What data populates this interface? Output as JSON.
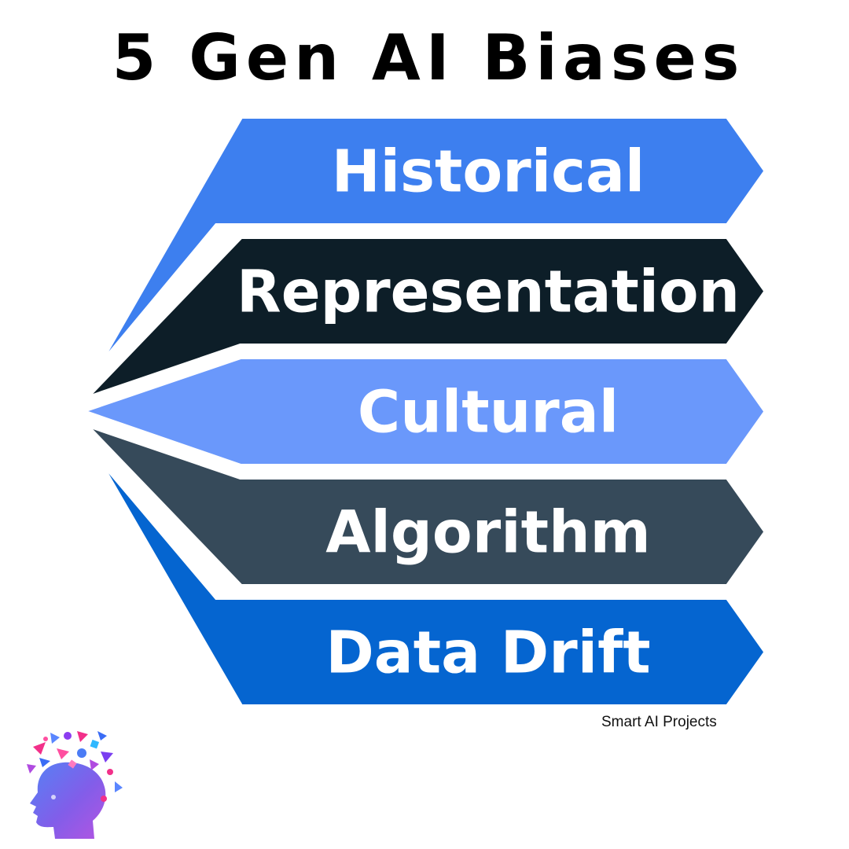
{
  "title": "5 Gen AI Biases",
  "bands": [
    {
      "label": "Historical",
      "color": "#3d7fef"
    },
    {
      "label": "Representation",
      "color": "#0d1e28"
    },
    {
      "label": "Cultural",
      "color": "#6a98fb"
    },
    {
      "label": "Algorithm",
      "color": "#364a5a"
    },
    {
      "label": "Data Drift",
      "color": "#0565d0"
    }
  ],
  "credit": "Smart AI Projects",
  "logo": {
    "icon": "head-confetti-icon"
  }
}
